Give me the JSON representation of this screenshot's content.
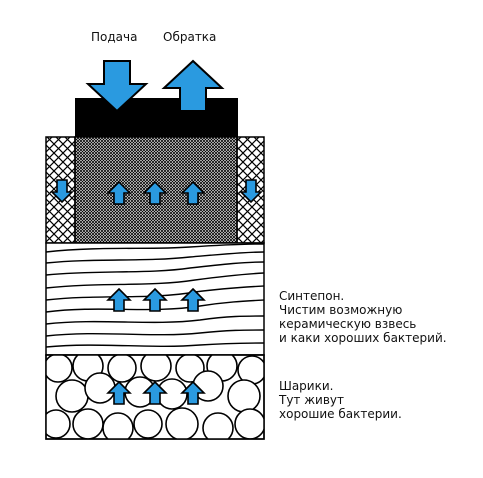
{
  "labels": {
    "supply": "Подача",
    "return": "Обратка"
  },
  "layers": {
    "synthetic": {
      "line1": "Синтепон.",
      "line2": "Чистим возможную",
      "line3": "керамическую взвесь",
      "line4": "и каки хороших бактерий."
    },
    "balls": {
      "line1": "Шарики.",
      "line2": "Тут живут",
      "line3": "хорошие бактерии."
    }
  },
  "colors": {
    "arrow_fill": "#2a9ae0",
    "outline": "#000000",
    "background": "#ffffff"
  },
  "icons": {
    "supply_arrow": "arrow-down-icon",
    "return_arrow": "arrow-up-icon"
  }
}
